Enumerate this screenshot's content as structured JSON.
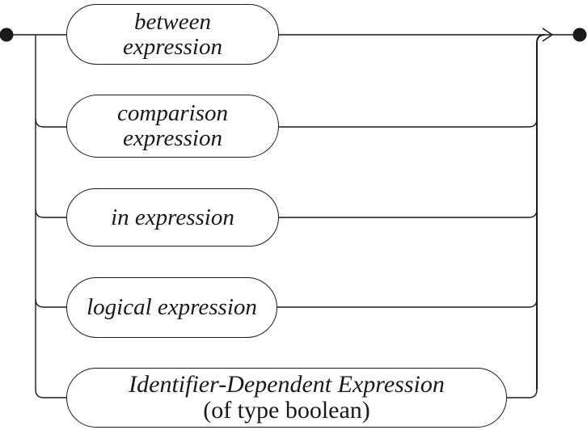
{
  "diagram": {
    "type": "railroad-alternatives",
    "start_terminal": "filled-bullet",
    "end_terminal": "filled-bullet",
    "arrow_direction": "right",
    "alternatives": [
      {
        "line1": "between",
        "line2": "expression"
      },
      {
        "line1": "comparison",
        "line2": "expression"
      },
      {
        "line1": "in expression"
      },
      {
        "line1": "logical expression"
      },
      {
        "line1": "Identifier-Dependent Expression",
        "line2": "(of type boolean)"
      }
    ],
    "colors": {
      "line": "#1a1a1a",
      "text": "#1a1a1a",
      "background": "#ffffff"
    }
  }
}
